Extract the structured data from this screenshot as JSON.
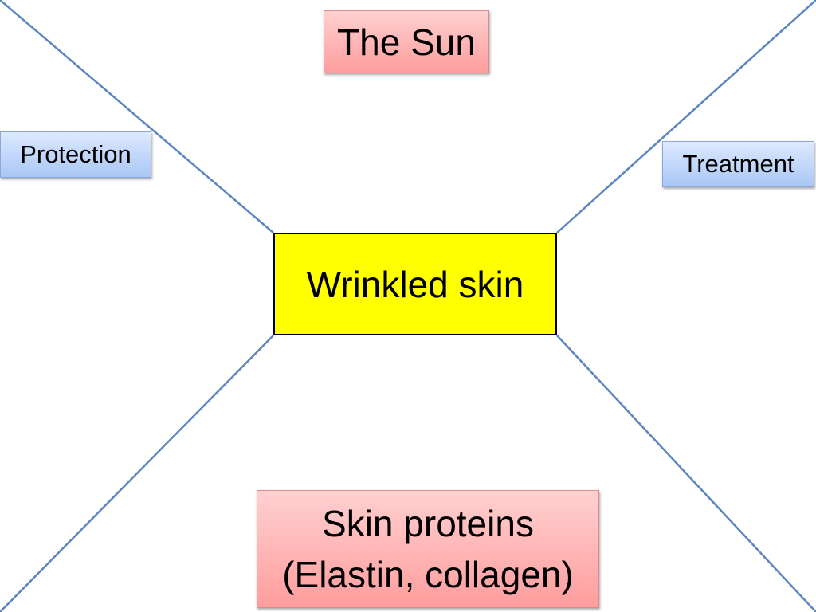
{
  "diagram": {
    "center": {
      "label": "Wrinkled skin"
    },
    "top": {
      "label": "The Sun"
    },
    "left": {
      "label": "Protection"
    },
    "right": {
      "label": "Treatment"
    },
    "bottom": {
      "line1": "Skin proteins",
      "line2": "(Elastin, collagen)"
    }
  },
  "colors": {
    "center_fill": "#ffff00",
    "pink_box": "#ffb3b3",
    "blue_box": "#c3d8fa",
    "connector": "#5b85c0"
  }
}
